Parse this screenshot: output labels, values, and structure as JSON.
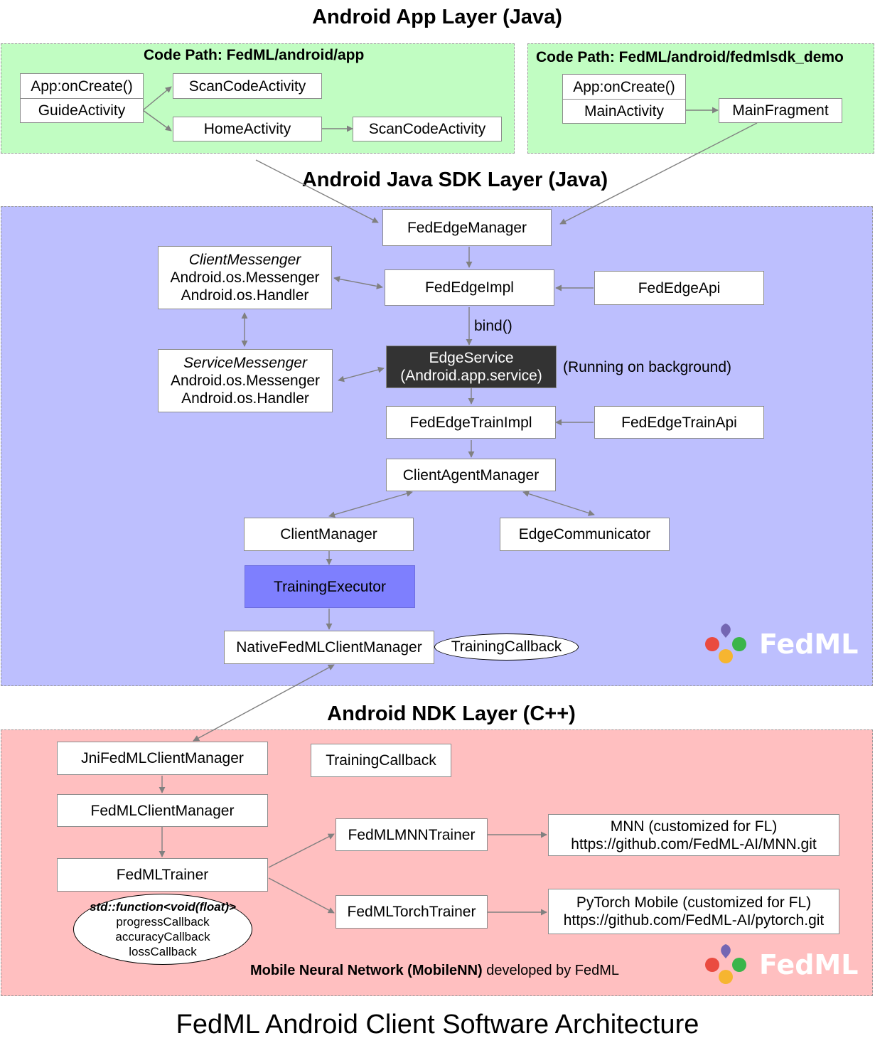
{
  "layers": {
    "app": "Android App Layer (Java)",
    "sdk": "Android Java SDK Layer (Java)",
    "ndk": "Android NDK Layer (C++)"
  },
  "app_left": {
    "code_path": "Code Path: FedML/android/app",
    "app_oncreate": "App:onCreate()",
    "guide_activity": "GuideActivity",
    "scan_code_activity_1": "ScanCodeActivity",
    "home_activity": "HomeActivity",
    "scan_code_activity_2": "ScanCodeActivity"
  },
  "app_right": {
    "code_path": "Code Path: FedML/android/fedmlsdk_demo",
    "app_oncreate": "App:onCreate()",
    "main_activity": "MainActivity",
    "main_fragment": "MainFragment"
  },
  "sdk": {
    "fed_edge_manager": "FedEdgeManager",
    "fed_edge_impl": "FedEdgeImpl",
    "fed_edge_api": "FedEdgeApi",
    "client_messenger": {
      "title": "ClientMessenger",
      "line1": "Android.os.Messenger",
      "line2": "Android.os.Handler"
    },
    "service_messenger": {
      "title": "ServiceMessenger",
      "line1": "Android.os.Messenger",
      "line2": "Android.os.Handler"
    },
    "bind_label": "bind()",
    "edge_service": {
      "line1": "EdgeService",
      "line2": "(Android.app.service)"
    },
    "running_note": "(Running on background)",
    "fed_edge_train_impl": "FedEdgeTrainImpl",
    "fed_edge_train_api": "FedEdgeTrainApi",
    "client_agent_manager": "ClientAgentManager",
    "client_manager": "ClientManager",
    "edge_communicator": "EdgeCommunicator",
    "training_executor": "TrainingExecutor",
    "native_client_manager": "NativeFedMLClientManager",
    "training_callback": "TrainingCallback",
    "logo_text": "FedML"
  },
  "ndk": {
    "jni_client_manager": "JniFedMLClientManager",
    "training_callback": "TrainingCallback",
    "client_manager": "FedMLClientManager",
    "trainer": "FedMLTrainer",
    "callbacks": {
      "signature": "std::function<void(float)>",
      "progress": "progressCallback",
      "accuracy": "accuracyCallback",
      "loss": "lossCallback"
    },
    "mnn_trainer": "FedMLMNNTrainer",
    "torch_trainer": "FedMLTorchTrainer",
    "mnn": {
      "line1": "MNN (customized for FL)",
      "line2": "https://github.com/FedML-AI/MNN.git"
    },
    "pytorch": {
      "line1": "PyTorch Mobile (customized for FL)",
      "line2": "https://github.com/FedML-AI/pytorch.git"
    },
    "footer_bold": "Mobile Neural Network (MobileNN)",
    "footer_rest": " developed by FedML",
    "logo_text": "FedML"
  },
  "caption": "FedML Android Client Software Architecture",
  "colors": {
    "app_bg": "#c1fdc2",
    "sdk_bg": "#bdbffe",
    "ndk_bg": "#ffbfc0",
    "edge_service_bg": "#333333",
    "training_executor_bg": "#7e7ffe",
    "logo_purple": "#7466b3",
    "logo_red": "#ea4b40",
    "logo_green": "#3ab54a",
    "logo_yellow": "#f6b530"
  }
}
